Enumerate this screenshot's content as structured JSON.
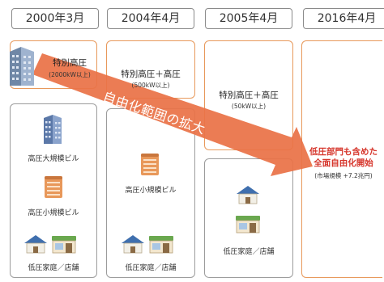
{
  "years": [
    "2000年3月",
    "2004年4月",
    "2005年4月",
    "2016年4月"
  ],
  "columns": [
    {
      "tier_title": "特別高圧",
      "tier_sub": "(2000kW以上)",
      "items": [
        "高圧大規模ビル",
        "高圧小規模ビル",
        "低圧家庭／店舗"
      ]
    },
    {
      "tier_title": "特別高圧＋高圧",
      "tier_sub": "(500kW以上)",
      "items": [
        "高圧小規模ビル",
        "低圧家庭／店舗"
      ]
    },
    {
      "tier_title": "特別高圧＋高圧",
      "tier_sub": "(50kW以上)",
      "items": [
        "低圧家庭／店舗"
      ]
    },
    {
      "tier_title_line1": "低圧部門も含めた",
      "tier_title_line2": "全面自由化開始",
      "tier_sub": "(市場規模 +7.2兆円)"
    }
  ],
  "arrow_label": "自由化範囲の拡大",
  "colors": {
    "orange_border": "#e8995b",
    "gray_border": "#9c9c9c",
    "arrow": "#ea7247",
    "highlight_text": "#d6362c"
  }
}
